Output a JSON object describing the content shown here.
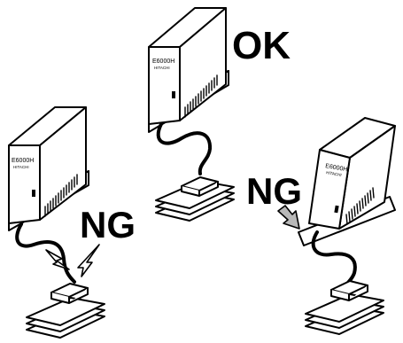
{
  "verdicts": {
    "correct": "OK",
    "wrong_left": "NG",
    "wrong_right": "NG"
  },
  "unit": {
    "model": "E6000H",
    "brand": "HITACHI"
  },
  "colors": {
    "ink": "#000000",
    "paper": "#ffffff",
    "arrow_fill": "#b8b8b8"
  }
}
